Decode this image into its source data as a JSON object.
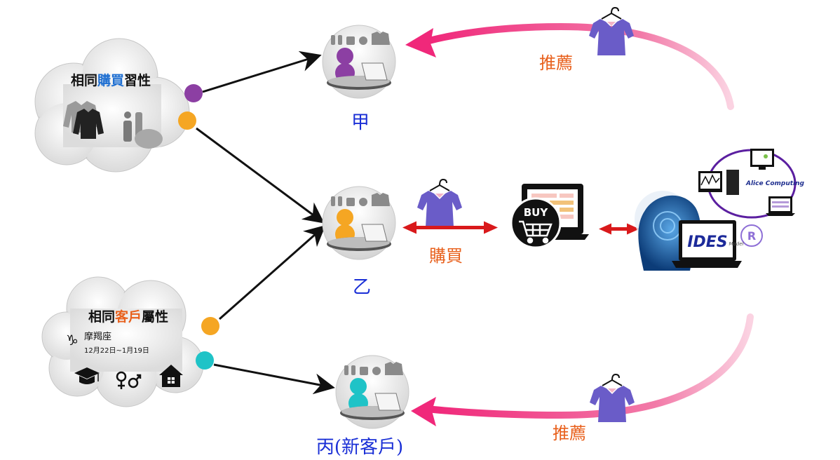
{
  "clouds": {
    "habits": {
      "title_pre": "相同",
      "title_highlight": "購買",
      "title_post": "習性",
      "highlight_color": "#1f6fd1"
    },
    "attributes": {
      "title_pre": "相同",
      "title_highlight": "客戶",
      "title_post": "屬性",
      "highlight_color": "#e8601c",
      "zodiac_sign": "♑",
      "zodiac_name": "摩羯座",
      "zodiac_dates": "12月22日~1月19日",
      "icons": [
        "graduation-cap-icon",
        "gender-icon",
        "house-icon"
      ]
    }
  },
  "customers": {
    "jia": {
      "label": "甲",
      "color": "#8c3fa3"
    },
    "yi": {
      "label": "乙",
      "color": "#f5a623"
    },
    "bing": {
      "label": "丙(新客戶)",
      "color": "#1fc3c7"
    }
  },
  "flows": {
    "recommend_top": "推薦",
    "recommend_bottom": "推薦",
    "purchase": "購買",
    "buy_badge": "BUY"
  },
  "system": {
    "brand": "IDES",
    "brand_suffix": "R",
    "brand_sub": "Model",
    "network_label": "Alice Computing"
  },
  "colors": {
    "customer_label": "#1a2fd6",
    "recommend_label": "#e8601c",
    "purchase_label": "#e8601c",
    "arc": "#f0287a",
    "double_arrow": "#d9191b",
    "dot_purple": "#8c3fa3",
    "dot_orange": "#f5a623",
    "dot_cyan": "#1fc3c7",
    "garment": "#6a5cc8"
  }
}
